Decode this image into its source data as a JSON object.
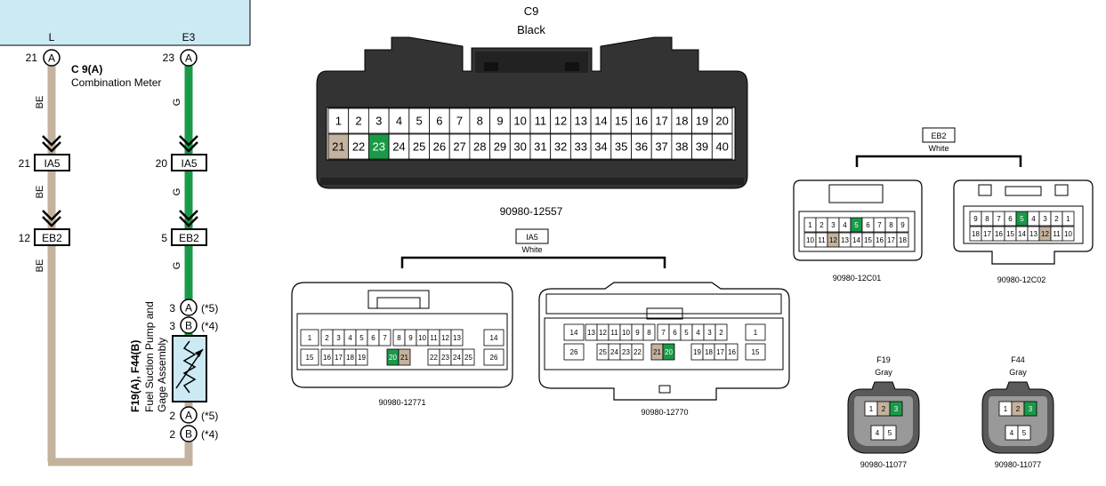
{
  "top_band": {
    "left_label": "L",
    "right_label": "E3",
    "color": "#cceaf4"
  },
  "wire_colors": {
    "brown": "#c4b29e",
    "green": "#1a9a48"
  },
  "schematic": {
    "left": {
      "pin_top": "21",
      "ia5_pin": "21",
      "eb2_pin": "12",
      "wire_labels": [
        "BE",
        "BE",
        "BE"
      ]
    },
    "right": {
      "pin_top": "23",
      "ia5_pin": "20",
      "eb2_pin": "5",
      "wire_labels": [
        "G",
        "G",
        "G"
      ]
    },
    "connector_letter": "A",
    "meter_ref": "C 9(A)",
    "meter_name": "Combination Meter",
    "ia5_box": "IA5",
    "eb2_box": "EB2",
    "pump": {
      "upper": [
        {
          "pin": "3",
          "letter": "A",
          "note": "(*5)"
        },
        {
          "pin": "3",
          "letter": "B",
          "note": "(*4)"
        }
      ],
      "lower": [
        {
          "pin": "2",
          "letter": "A",
          "note": "(*5)"
        },
        {
          "pin": "2",
          "letter": "B",
          "note": "(*4)"
        }
      ],
      "ref": "F19(A), F44(B)",
      "name_line1": "Fuel Suction Pump and",
      "name_line2": "Gage Assembly"
    }
  },
  "c9": {
    "title": "C9",
    "color_name": "Black",
    "part_number": "90980-12557",
    "row1": [
      "1",
      "2",
      "3",
      "4",
      "5",
      "6",
      "7",
      "8",
      "9",
      "10",
      "11",
      "12",
      "13",
      "14",
      "15",
      "16",
      "17",
      "18",
      "19",
      "20"
    ],
    "row2": [
      "21",
      "22",
      "23",
      "24",
      "25",
      "26",
      "27",
      "28",
      "29",
      "30",
      "31",
      "32",
      "33",
      "34",
      "35",
      "36",
      "37",
      "38",
      "39",
      "40"
    ],
    "highlight_brown": "21",
    "highlight_green": "23"
  },
  "ia5": {
    "label": "IA5",
    "color_name": "White",
    "left": {
      "part_number": "90980-12771",
      "row1": [
        "1",
        "2",
        "3",
        "4",
        "5",
        "6",
        "7",
        "8",
        "9",
        "10",
        "11",
        "12",
        "13",
        "14"
      ],
      "row2": [
        "15",
        "16",
        "17",
        "18",
        "19",
        "20",
        "21",
        "22",
        "23",
        "24",
        "25",
        "26"
      ]
    },
    "right": {
      "part_number": "90980-12770",
      "row1": [
        "14",
        "13",
        "12",
        "11",
        "10",
        "9",
        "8",
        "7",
        "6",
        "5",
        "4",
        "3",
        "2",
        "1"
      ],
      "row2": [
        "26",
        "25",
        "24",
        "23",
        "22",
        "21",
        "20",
        "19",
        "18",
        "17",
        "16",
        "15"
      ]
    },
    "highlight_brown": "21",
    "highlight_green": "20"
  },
  "eb2": {
    "label": "EB2",
    "color_name": "White",
    "left": {
      "part_number": "90980-12C01",
      "row1": [
        "1",
        "2",
        "3",
        "4",
        "5",
        "6",
        "7",
        "8",
        "9"
      ],
      "row2": [
        "10",
        "11",
        "12",
        "13",
        "14",
        "15",
        "16",
        "17",
        "18"
      ]
    },
    "right": {
      "part_number": "90980-12C02",
      "row1": [
        "9",
        "8",
        "7",
        "6",
        "5",
        "4",
        "3",
        "2",
        "1"
      ],
      "row2": [
        "18",
        "17",
        "16",
        "15",
        "14",
        "13",
        "12",
        "11",
        "10"
      ]
    },
    "highlight_brown": "12",
    "highlight_green": "5"
  },
  "f19": {
    "title": "F19",
    "color_name": "Gray",
    "part_number": "90980-11077",
    "row1": [
      "1",
      "2",
      "3"
    ],
    "row2": [
      "4",
      "5"
    ],
    "highlight_brown": "2",
    "highlight_green": "3"
  },
  "f44": {
    "title": "F44",
    "color_name": "Gray",
    "part_number": "90980-11077",
    "row1": [
      "1",
      "2",
      "3"
    ],
    "row2": [
      "4",
      "5"
    ],
    "highlight_brown": "2",
    "highlight_green": "3"
  }
}
